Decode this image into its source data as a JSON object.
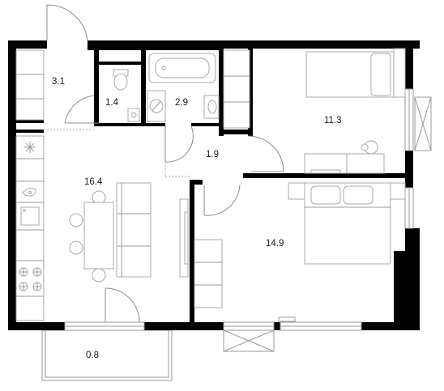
{
  "rooms": [
    {
      "id": "hall",
      "area": "3.1"
    },
    {
      "id": "toilet",
      "area": "1.4"
    },
    {
      "id": "bathroom",
      "area": "2.9"
    },
    {
      "id": "corridor",
      "area": "1.9"
    },
    {
      "id": "bedroom-small",
      "area": "11.3"
    },
    {
      "id": "kitchen-living",
      "area": "16.4"
    },
    {
      "id": "bedroom-large",
      "area": "14.9"
    },
    {
      "id": "balcony",
      "area": "0.8"
    }
  ],
  "colors": {
    "wall": "#000000",
    "furniture_stroke": "#a8a8a8",
    "background": "#ffffff"
  }
}
